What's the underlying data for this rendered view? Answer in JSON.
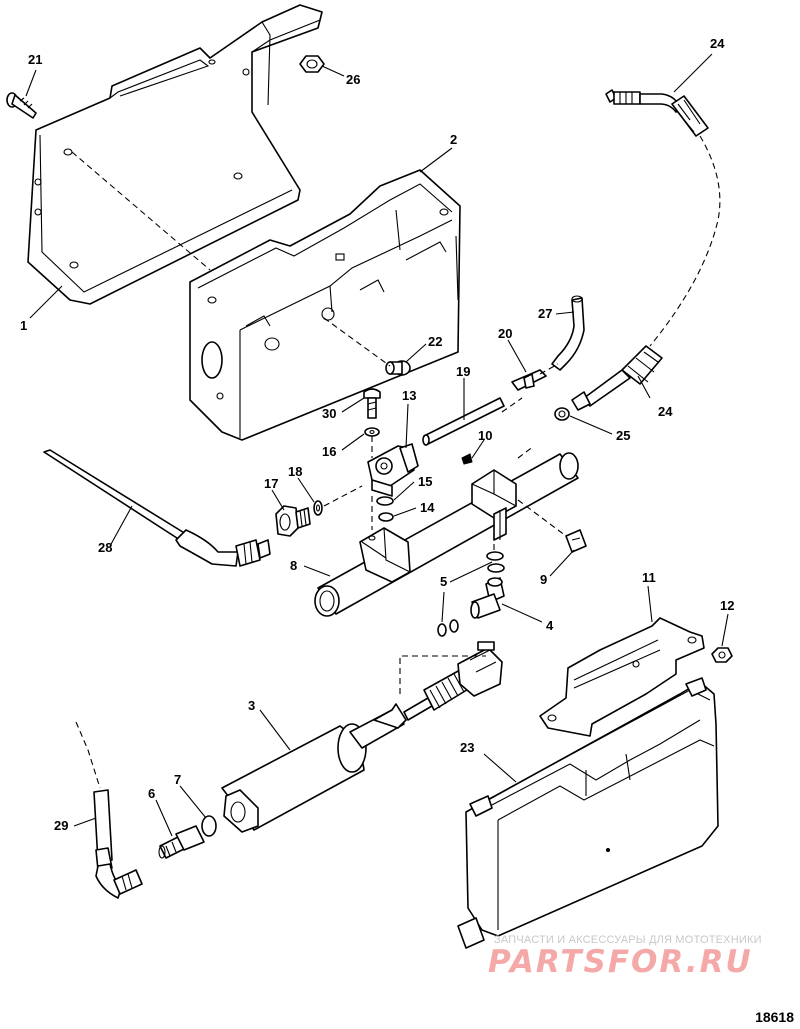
{
  "figure_number": "18618",
  "watermark": {
    "line1": "ЗАПЧАСТИ И АКСЕССУАРЫ ДЛЯ МОТОТЕХНИКИ",
    "logo": "PARTSFOR.RU",
    "color": "#f4a8a8"
  },
  "callouts": [
    {
      "id": "c21",
      "num": "21"
    },
    {
      "id": "c26",
      "num": "26"
    },
    {
      "id": "c24a",
      "num": "24"
    },
    {
      "id": "c2",
      "num": "2"
    },
    {
      "id": "c1",
      "num": "1"
    },
    {
      "id": "c22",
      "num": "22"
    },
    {
      "id": "c27",
      "num": "27"
    },
    {
      "id": "c20",
      "num": "20"
    },
    {
      "id": "c19",
      "num": "19"
    },
    {
      "id": "c30",
      "num": "30"
    },
    {
      "id": "c13",
      "num": "13"
    },
    {
      "id": "c24b",
      "num": "24"
    },
    {
      "id": "c25",
      "num": "25"
    },
    {
      "id": "c16",
      "num": "16"
    },
    {
      "id": "c10",
      "num": "10"
    },
    {
      "id": "c18",
      "num": "18"
    },
    {
      "id": "c17",
      "num": "17"
    },
    {
      "id": "c15",
      "num": "15"
    },
    {
      "id": "c14",
      "num": "14"
    },
    {
      "id": "c28",
      "num": "28"
    },
    {
      "id": "c8",
      "num": "8"
    },
    {
      "id": "c9",
      "num": "9"
    },
    {
      "id": "c5",
      "num": "5"
    },
    {
      "id": "c11",
      "num": "11"
    },
    {
      "id": "c12",
      "num": "12"
    },
    {
      "id": "c4",
      "num": "4"
    },
    {
      "id": "c3",
      "num": "3"
    },
    {
      "id": "c23",
      "num": "23"
    },
    {
      "id": "c7",
      "num": "7"
    },
    {
      "id": "c6",
      "num": "6"
    },
    {
      "id": "c29",
      "num": "29"
    }
  ]
}
